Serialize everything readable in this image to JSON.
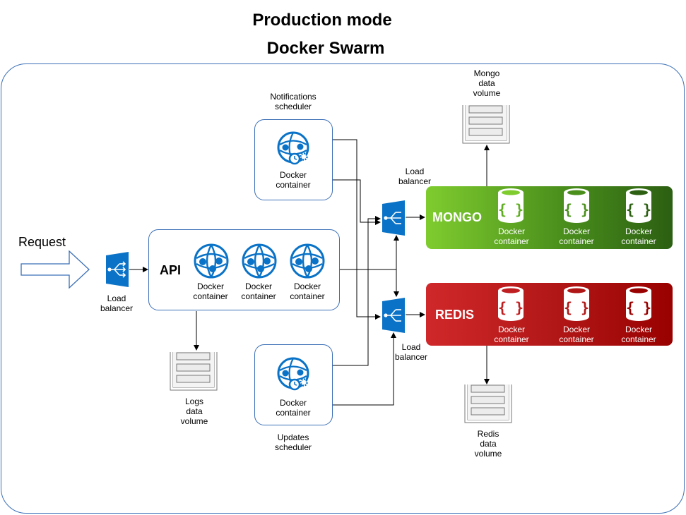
{
  "titles": {
    "mode": "Production mode",
    "swarm": "Docker Swarm"
  },
  "request": {
    "label": "Request"
  },
  "load_balancers": {
    "entry": "Load\nbalancer",
    "mongo": "Load\nbalancer",
    "redis": "Load\nbalancer"
  },
  "api": {
    "title": "API",
    "containers": [
      "Docker\ncontainer",
      "Docker\ncontainer",
      "Docker\ncontainer"
    ]
  },
  "notifications_scheduler": {
    "title": "Notifications\nscheduler",
    "container": "Docker\ncontainer"
  },
  "updates_scheduler": {
    "title": "Updates\nscheduler",
    "container": "Docker\ncontainer"
  },
  "mongo": {
    "title": "MONGO",
    "containers": [
      "Docker\ncontainer",
      "Docker\ncontainer",
      "Docker\ncontainer"
    ],
    "colors": [
      "#7fcc2f",
      "#2c5f12"
    ]
  },
  "redis": {
    "title": "REDIS",
    "containers": [
      "Docker\ncontainer",
      "Docker\ncontainer",
      "Docker\ncontainer"
    ],
    "colors": [
      "#d0282a",
      "#990000"
    ]
  },
  "volumes": {
    "mongo": "Mongo\ndata\nvolume",
    "logs": "Logs\ndata\nvolume",
    "redis": "Redis\ndata\nvolume"
  },
  "icons": {
    "container": "docker-container-icon",
    "scheduler": "scheduled-container-icon",
    "load_balancer": "load-balancer-icon",
    "database": "database-cylinder-icon",
    "volume": "storage-volume-icon",
    "request": "request-arrow-icon"
  }
}
